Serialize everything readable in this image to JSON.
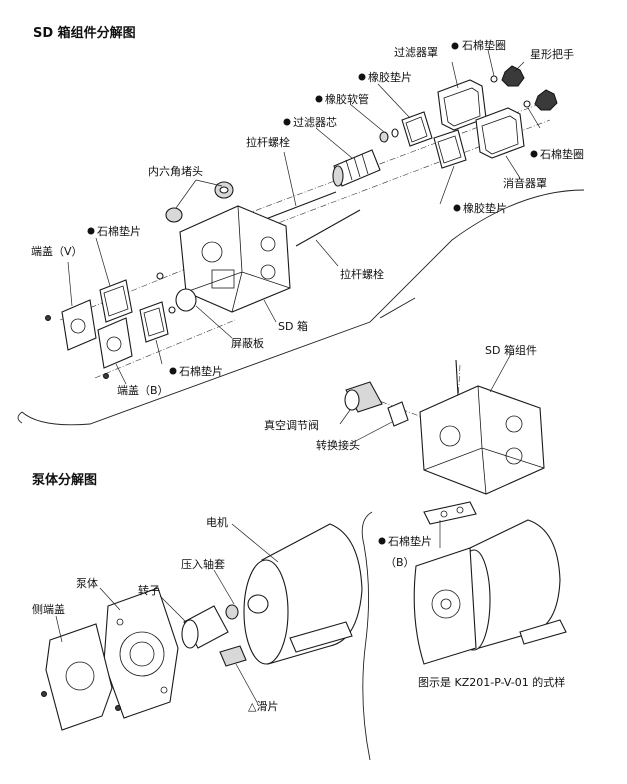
{
  "titles": {
    "sd_assembly": "SD 箱组件分解图",
    "pump_body": "泵体分解图"
  },
  "labels": {
    "filter_cover": "过滤器罩",
    "asbestos_ring_top": "石棉垫圈",
    "star_handle": "星形把手",
    "rubber_gasket_top": "橡胶垫片",
    "rubber_hose": "橡胶软管",
    "filter_core": "过滤器芯",
    "pull_bolt_top": "拉杆螺栓",
    "asbestos_ring_right": "石棉垫圈",
    "muffler_cover": "消音器罩",
    "hex_plug": "内六角堵头",
    "rubber_gasket_right": "橡胶垫片",
    "asbestos_gasket_left": "石棉垫片",
    "end_cap_v": "端盖（V）",
    "pull_bolt_mid": "拉杆螺栓",
    "sd_box": "SD 箱",
    "shield_plate": "屏蔽板",
    "asbestos_gasket_bottom": "石棉垫片",
    "end_cap_b": "端盖（B）",
    "sd_box_assembly": "SD 箱组件",
    "vacuum_valve": "真空调节阀",
    "adapter": "转换接头",
    "motor": "电机",
    "press_sleeve": "压入轴套",
    "pump_body": "泵体",
    "rotor": "转子",
    "side_end_cap": "侧端盖",
    "asbestos_gasket_b_line1": "石棉垫片",
    "asbestos_gasket_b_line2": "（B）",
    "slide_piece": "△滑片",
    "model_caption": "图示是 KZ201-P-V-01 的式样"
  }
}
